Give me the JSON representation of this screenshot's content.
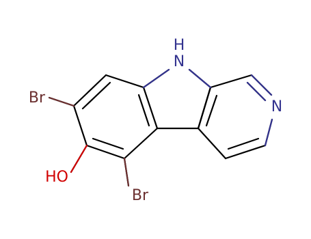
{
  "molecule": {
    "atom_labels": {
      "nh": "H\nN",
      "nh_h": "H",
      "nh_n": "N",
      "pyridine_n": "N",
      "br_top": "Br",
      "br_bottom": "Br",
      "hydroxyl": "HO"
    },
    "colors": {
      "carbon_bond": "#000000",
      "nitrogen": "#33338f",
      "bromine": "#6b2f2f",
      "oxygen": "#d10000",
      "background": "#ffffff"
    }
  }
}
